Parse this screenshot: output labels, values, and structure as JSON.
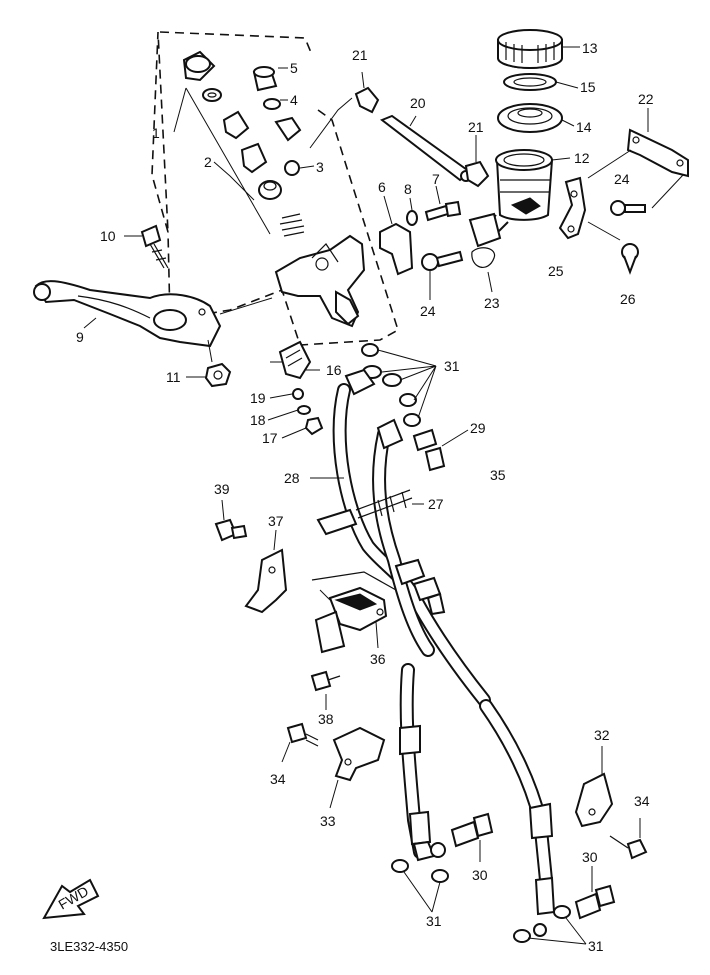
{
  "diagram": {
    "part_code": "3LE332-4350",
    "fwd_label": "FWD",
    "callouts": [
      {
        "key": "n13",
        "text": "13"
      },
      {
        "key": "n15",
        "text": "15"
      },
      {
        "key": "n14",
        "text": "14"
      },
      {
        "key": "n12",
        "text": "12"
      },
      {
        "key": "n22",
        "text": "22"
      },
      {
        "key": "n21a",
        "text": "21"
      },
      {
        "key": "n21b",
        "text": "21"
      },
      {
        "key": "n20",
        "text": "20"
      },
      {
        "key": "n5",
        "text": "5"
      },
      {
        "key": "n4",
        "text": "4"
      },
      {
        "key": "n3",
        "text": "3"
      },
      {
        "key": "n1",
        "text": "1"
      },
      {
        "key": "n2",
        "text": "2"
      },
      {
        "key": "n6",
        "text": "6"
      },
      {
        "key": "n8",
        "text": "8"
      },
      {
        "key": "n7",
        "text": "7"
      },
      {
        "key": "n24a",
        "text": "24"
      },
      {
        "key": "n24b",
        "text": "24"
      },
      {
        "key": "n25",
        "text": "25"
      },
      {
        "key": "n26",
        "text": "26"
      },
      {
        "key": "n23",
        "text": "23"
      },
      {
        "key": "n10",
        "text": "10"
      },
      {
        "key": "n9",
        "text": "9"
      },
      {
        "key": "n11",
        "text": "11"
      },
      {
        "key": "n16",
        "text": "16"
      },
      {
        "key": "n19",
        "text": "19"
      },
      {
        "key": "n18",
        "text": "18"
      },
      {
        "key": "n17",
        "text": "17"
      },
      {
        "key": "n31a",
        "text": "31"
      },
      {
        "key": "n29",
        "text": "29"
      },
      {
        "key": "n35",
        "text": "35"
      },
      {
        "key": "n28",
        "text": "28"
      },
      {
        "key": "n27",
        "text": "27"
      },
      {
        "key": "n39",
        "text": "39"
      },
      {
        "key": "n37",
        "text": "37"
      },
      {
        "key": "n36",
        "text": "36"
      },
      {
        "key": "n38",
        "text": "38"
      },
      {
        "key": "n34a",
        "text": "34"
      },
      {
        "key": "n33",
        "text": "33"
      },
      {
        "key": "n32",
        "text": "32"
      },
      {
        "key": "n34b",
        "text": "34"
      },
      {
        "key": "n30a",
        "text": "30"
      },
      {
        "key": "n31b",
        "text": "31"
      },
      {
        "key": "n30b",
        "text": "30"
      },
      {
        "key": "n31c",
        "text": "31"
      }
    ]
  }
}
